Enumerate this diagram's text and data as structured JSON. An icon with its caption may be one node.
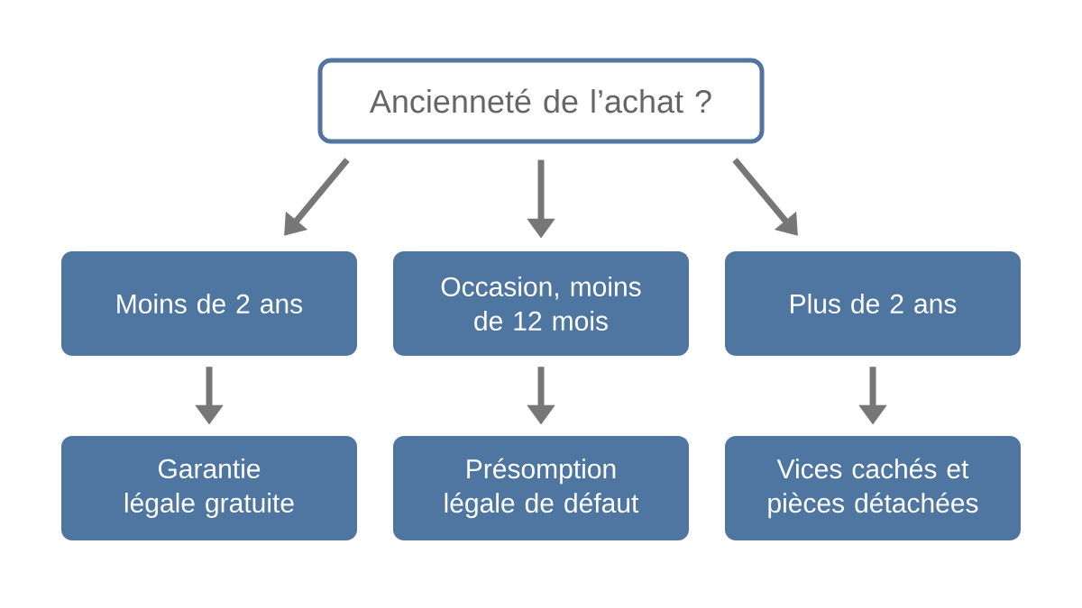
{
  "diagram": {
    "nodes": [
      {
        "text": [
          "Ancienneté de l’achat ?"
        ]
      },
      {
        "text": [
          "Moins de 2 ans"
        ]
      },
      {
        "text": [
          "Occasion, moins de 12 mois"
        ]
      },
      {
        "text": [
          "Plus de 2 ans"
        ]
      },
      {
        "text": [
          "Garantie légale gratuite"
        ]
      },
      {
        "text": [
          "Présomption légale de défaut"
        ]
      },
      {
        "text": [
          "Vices cachés et pièces détachées"
        ]
      }
    ],
    "edges": [
      {
        "from": 0,
        "to": 1,
        "arrow": "to"
      },
      {
        "from": 0,
        "to": 2,
        "arrow": "to"
      },
      {
        "from": 0,
        "to": 3,
        "arrow": "to"
      },
      {
        "from": 1,
        "to": 4,
        "arrow": "to"
      },
      {
        "from": 2,
        "to": 5,
        "arrow": "to"
      },
      {
        "from": 3,
        "to": 6,
        "arrow": "to"
      }
    ]
  }
}
